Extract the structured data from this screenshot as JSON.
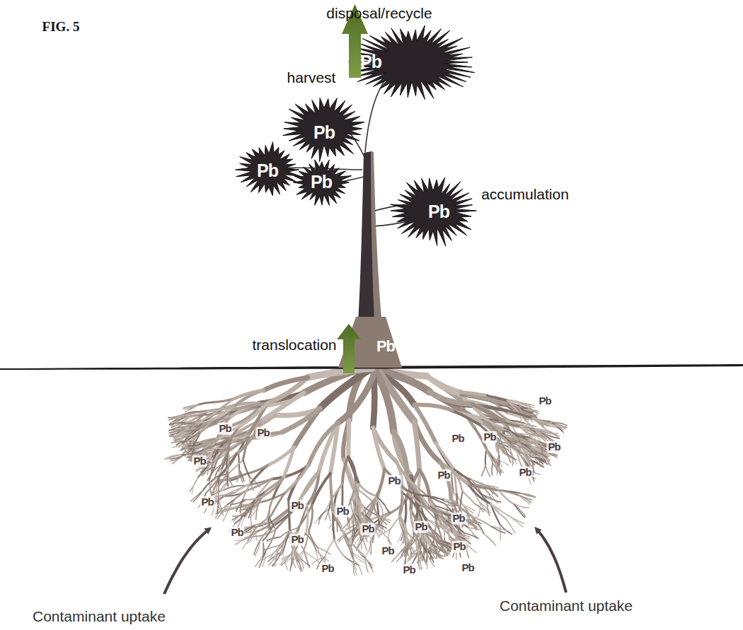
{
  "diagram": {
    "labels": [
      "FIG. 5",
      "disposal/recycle",
      "harvest",
      "accumulation",
      "translocation",
      "Pb",
      "Pb",
      "Pb",
      "Pb",
      "Pb",
      "Pb",
      "Pb",
      "Pb",
      "Pb",
      "Pb",
      "Pb",
      "Pb",
      "Pb",
      "Pb",
      "Pb",
      "Pb",
      "Pb",
      "Pb",
      "Pb",
      "Pb",
      "Pb",
      "Pb",
      "Pb",
      "Pb",
      "Pb",
      "Pb",
      "Pb",
      "Pb",
      "Pb",
      "Contaminant uptake",
      "Contaminant uptake"
    ]
  }
}
